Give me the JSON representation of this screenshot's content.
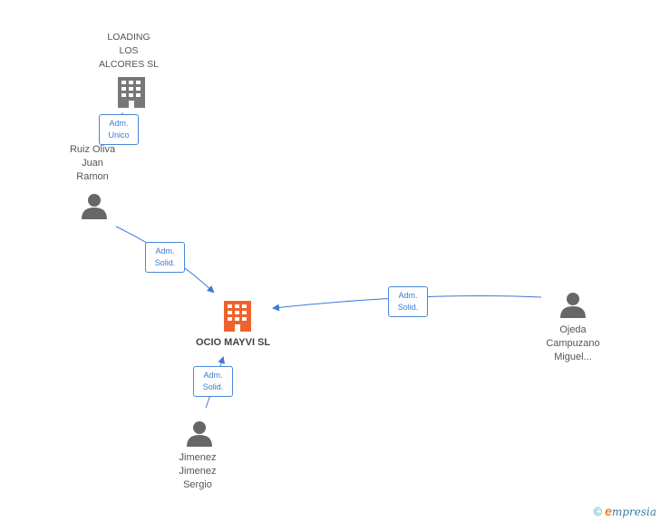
{
  "nodes": {
    "loading": {
      "label": "LOADING\nLOS\nALCORES SL"
    },
    "ruiz": {
      "label": "Ruiz Oliva\nJuan\nRamon"
    },
    "ocio": {
      "label": "OCIO MAYVI SL"
    },
    "ojeda": {
      "label": "Ojeda\nCampuzano\nMiguel..."
    },
    "jimenez": {
      "label": "Jimenez\nJimenez\nSergio"
    }
  },
  "edges": {
    "ruiz_loading": {
      "label": "Adm.\nUnico"
    },
    "ruiz_ocio": {
      "label": "Adm.\nSolid."
    },
    "ojeda_ocio": {
      "label": "Adm.\nSolid."
    },
    "jimenez_ocio": {
      "label": "Adm.\nSolid."
    }
  },
  "colors": {
    "edge": "#3a7bd5",
    "company_main": "#f0622d",
    "company": "#777777",
    "person": "#666666"
  },
  "icons": {
    "company": "building-icon",
    "person": "person-icon"
  },
  "brand": {
    "copyright": "©",
    "initial": "e",
    "rest": "mpresia"
  }
}
